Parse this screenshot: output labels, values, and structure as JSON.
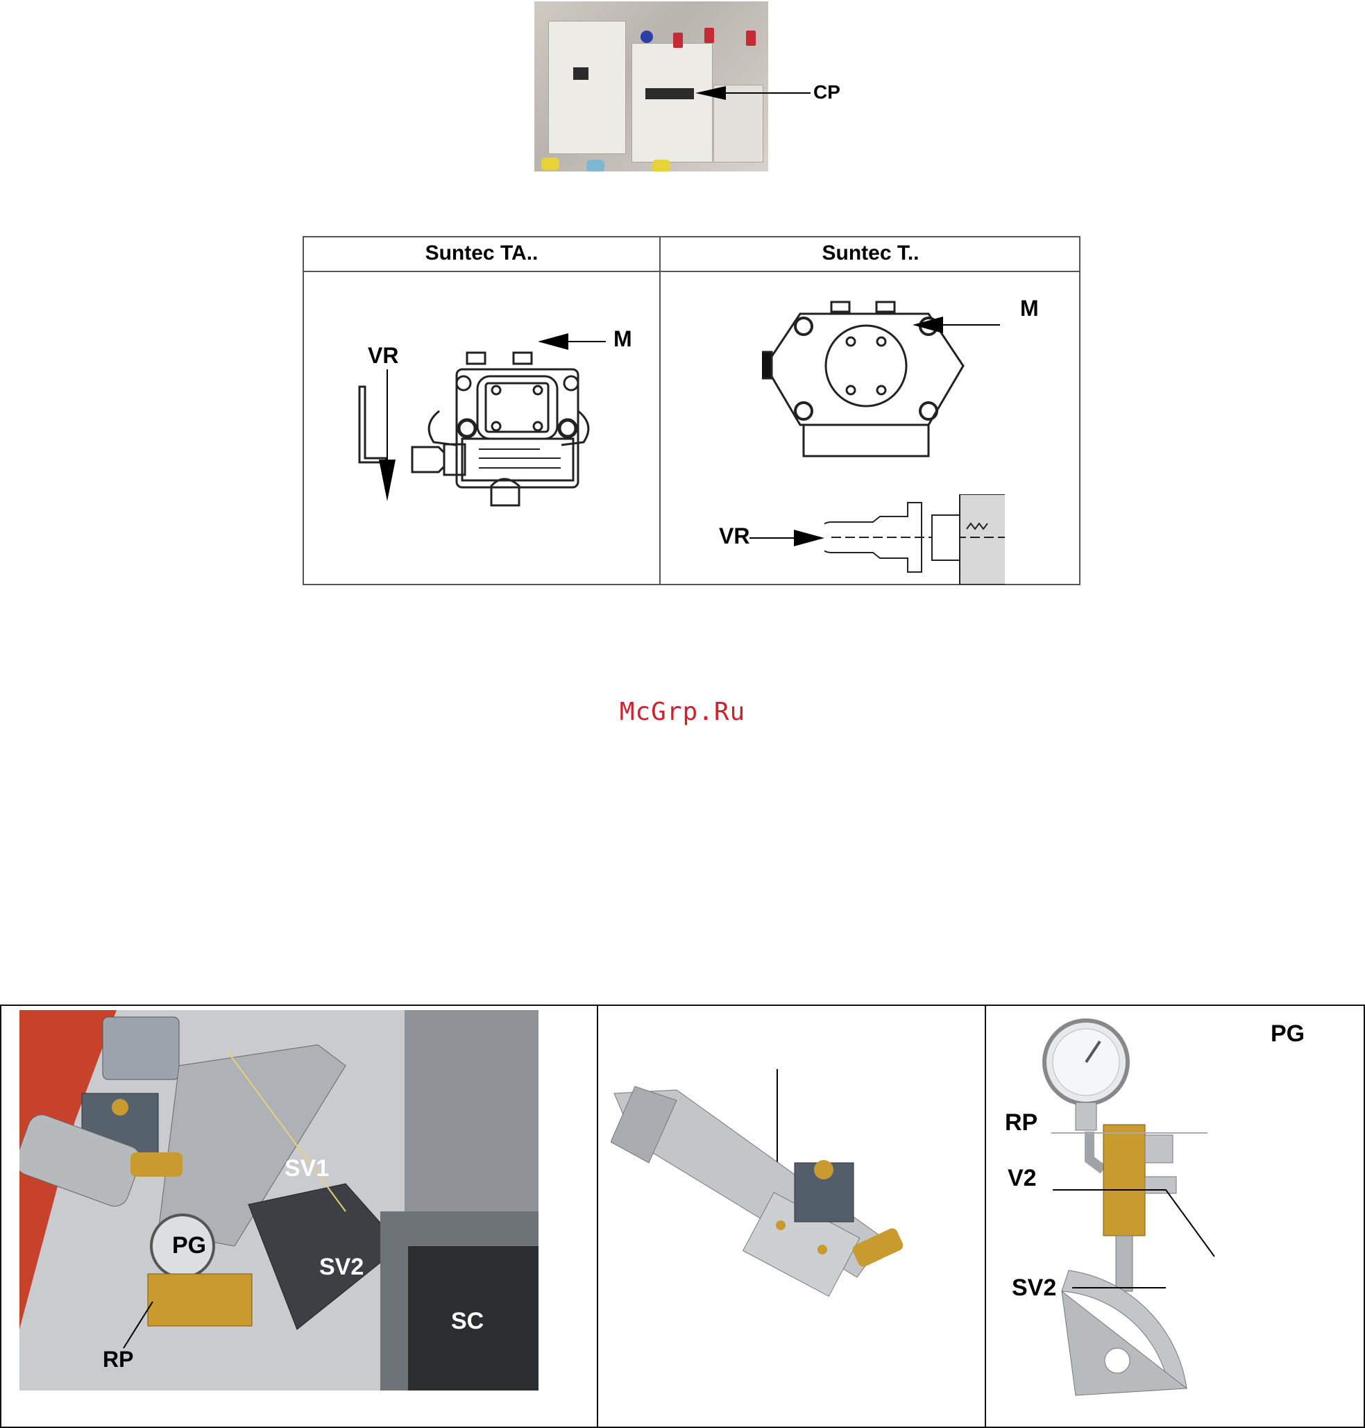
{
  "contactor_photo": {
    "callout": "CP"
  },
  "pump_table": {
    "columns": [
      {
        "header": "Suntec TA..",
        "callouts": {
          "vr": "VR",
          "m": "M"
        }
      },
      {
        "header": "Suntec T..",
        "callouts": {
          "vr": "VR",
          "m": "M"
        }
      }
    ]
  },
  "watermark": "McGrp.Ru",
  "bottom_panels": {
    "left": {
      "labels": {
        "sv1": "SV1",
        "pg": "PG",
        "sv2": "SV2",
        "sc": "SC",
        "rp": "RP"
      }
    },
    "right": {
      "labels": {
        "pg": "PG",
        "rp": "RP",
        "v2": "V2",
        "sv2": "SV2"
      }
    }
  },
  "colors": {
    "watermark": "#d0202a",
    "brass": "#c99a2e",
    "burner_red": "#c8412b"
  }
}
